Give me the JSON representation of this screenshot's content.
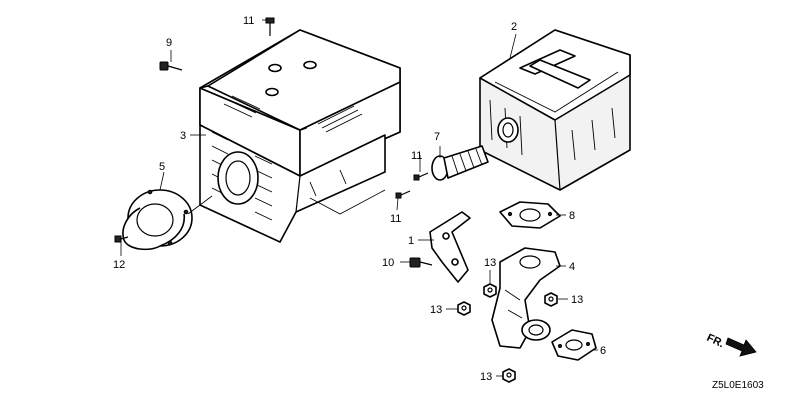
{
  "diagram": {
    "callouts": {
      "c1": "1",
      "c2": "2",
      "c3": "3",
      "c4": "4",
      "c5": "5",
      "c6": "6",
      "c7": "7",
      "c8": "8",
      "c9": "9",
      "c10": "10",
      "c11a": "11",
      "c11b": "11",
      "c11c": "11",
      "c12": "12",
      "c13a": "13",
      "c13b": "13",
      "c13c": "13",
      "c13d": "13"
    },
    "direction_label": "FR.",
    "figure_code": "Z5L0E1603"
  }
}
